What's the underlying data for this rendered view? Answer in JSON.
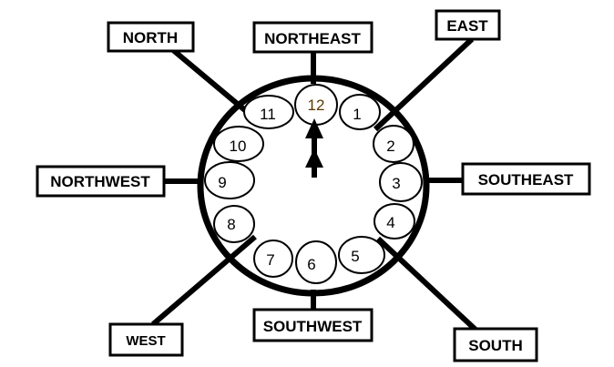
{
  "labels": {
    "north": "NORTH",
    "northeast": "NORTHEAST",
    "east": "EAST",
    "northwest": "NORTHWEST",
    "southeast": "SOUTHEAST",
    "west": "WEST",
    "southwest": "SOUTHWEST",
    "south": "SOUTH"
  },
  "numbers": [
    "12",
    "1",
    "2",
    "3",
    "4",
    "5",
    "6",
    "7",
    "8",
    "9",
    "10",
    "11"
  ],
  "colors": {
    "stroke": "#000000",
    "background": "#ffffff"
  }
}
